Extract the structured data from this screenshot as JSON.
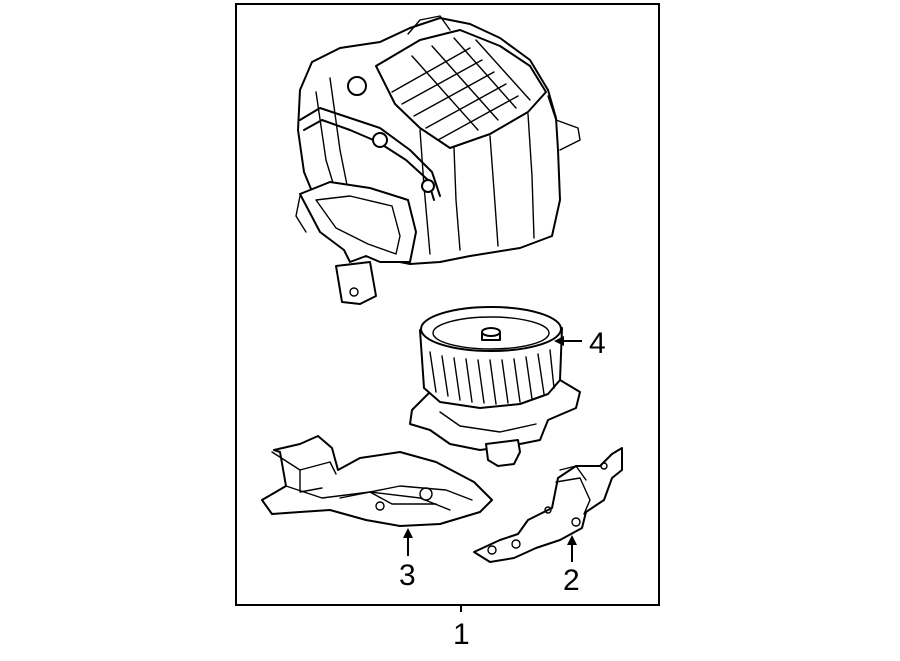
{
  "callouts": {
    "assembly": "1",
    "bracket": "2",
    "duct": "3",
    "blower_motor": "4"
  },
  "colors": {
    "line": "#000000",
    "background": "#ffffff"
  }
}
